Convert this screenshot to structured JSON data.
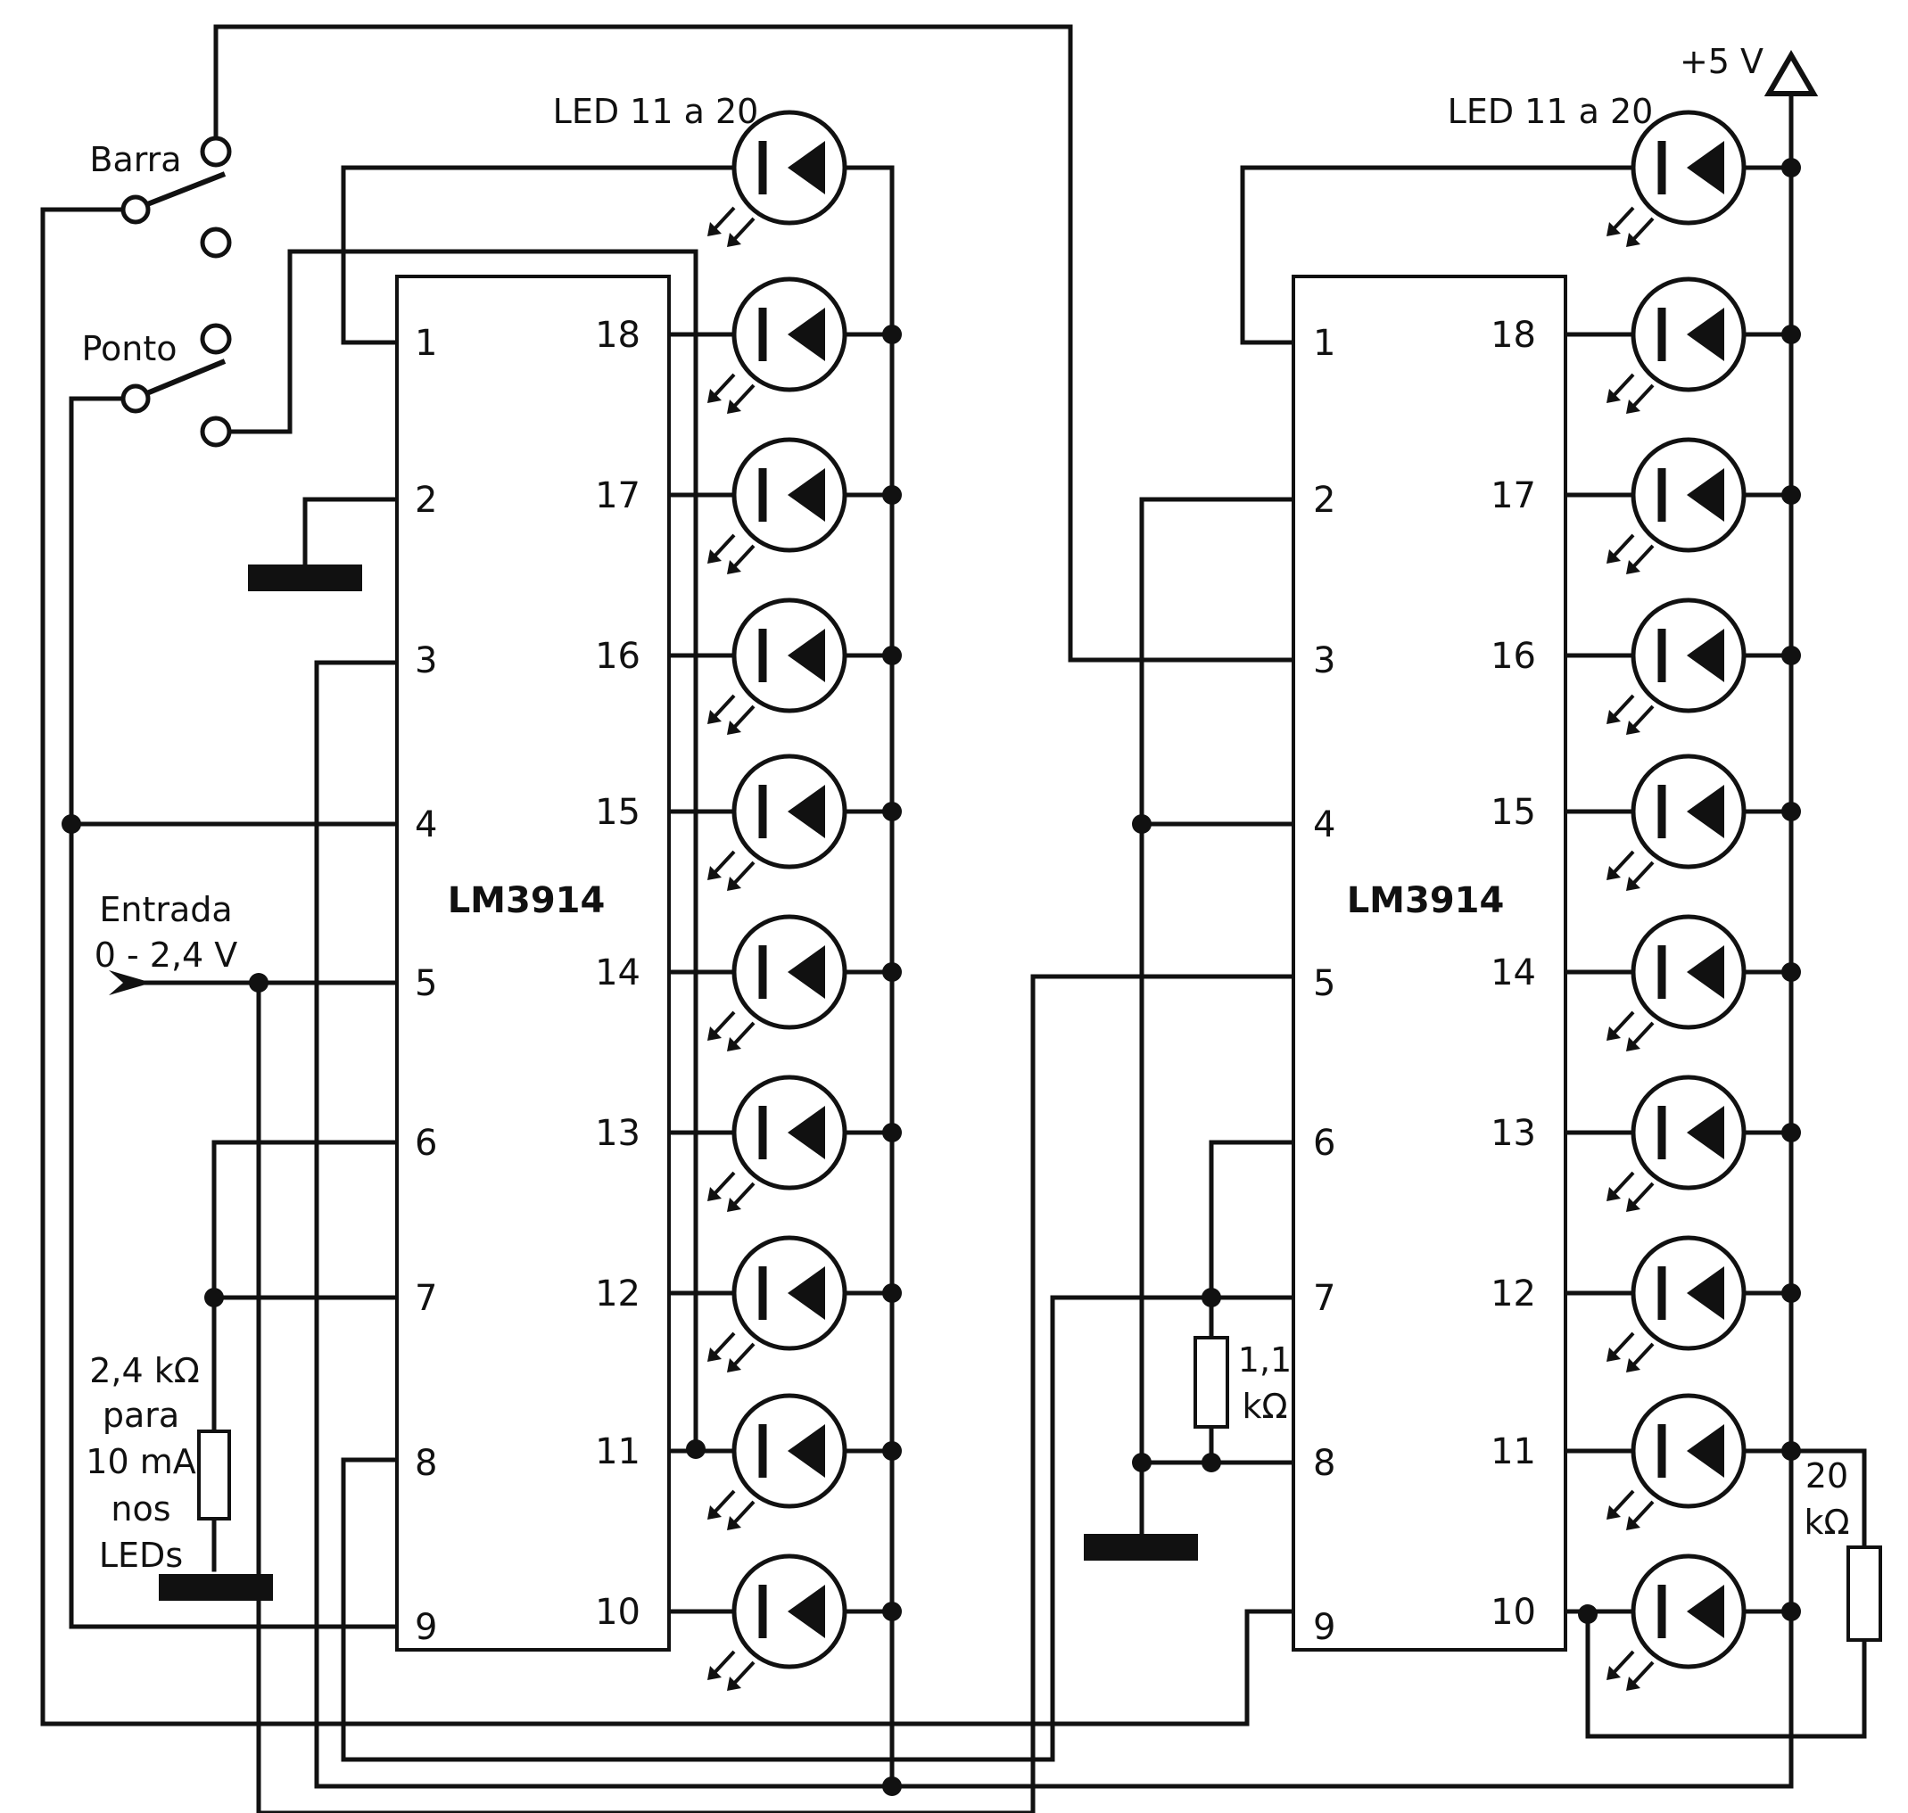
{
  "labels": {
    "led_left": "LED 11 a 20",
    "led_right": "LED 11 a 20",
    "vcc": "+5 V",
    "switch_bar": "Barra",
    "switch_dot": "Ponto",
    "input_line1": "Entrada",
    "input_line2": "0 - 2,4 V",
    "r_left": [
      "2,4 kΩ",
      "para",
      "10 mA",
      "nos",
      "LEDs"
    ],
    "r_mid": [
      "1,1",
      "kΩ"
    ],
    "r_right": [
      "20",
      "kΩ"
    ]
  },
  "chips": [
    {
      "name": "LM3914",
      "left_pins": [
        "1",
        "2",
        "3",
        "4",
        "5",
        "6",
        "7",
        "8",
        "9"
      ],
      "right_pins": [
        "18",
        "17",
        "16",
        "15",
        "14",
        "13",
        "12",
        "11",
        "10"
      ]
    },
    {
      "name": "LM3914",
      "left_pins": [
        "1",
        "2",
        "3",
        "4",
        "5",
        "6",
        "7",
        "8",
        "9"
      ],
      "right_pins": [
        "18",
        "17",
        "16",
        "15",
        "14",
        "13",
        "12",
        "11",
        "10"
      ]
    }
  ],
  "led_count_per_bank": 10,
  "icons": {
    "led": "led-icon",
    "ground": "ground-icon",
    "vcc": "vcc-arrow-icon",
    "resistor": "resistor-icon",
    "switch": "switch-icon",
    "input": "input-arrow-icon"
  }
}
